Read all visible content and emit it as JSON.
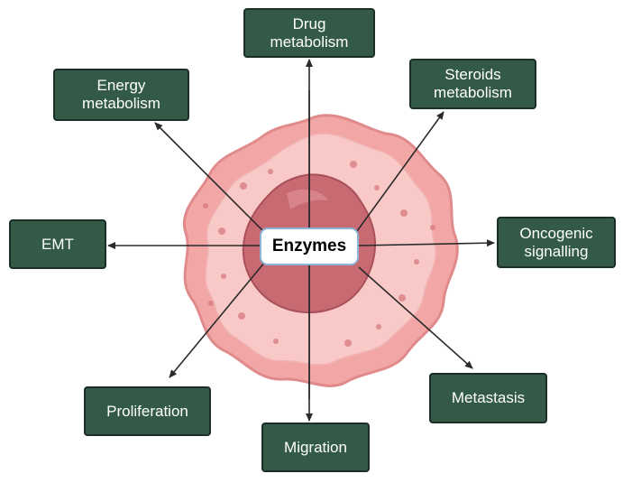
{
  "colors": {
    "box_fill": "#335a47",
    "box_border": "#1b2f26",
    "arrow": "#2a2a2a",
    "cell_outer": "#f2a7a6",
    "cell_inner": "#f8c9c7",
    "nucleus": "#c86a72",
    "center_border": "#8ab4d8"
  },
  "center_label": "Enzymes",
  "nodes": [
    {
      "id": "drug",
      "label": "Drug\nmetabolism"
    },
    {
      "id": "steroids",
      "label": "Steroids\nmetabolism"
    },
    {
      "id": "energy",
      "label": "Energy\nmetabolism"
    },
    {
      "id": "emt",
      "label": "EMT"
    },
    {
      "id": "oncogenic",
      "label": "Oncogenic\nsignalling"
    },
    {
      "id": "proliferation",
      "label": "Proliferation"
    },
    {
      "id": "migration",
      "label": "Migration"
    },
    {
      "id": "metastasis",
      "label": "Metastasis"
    }
  ]
}
